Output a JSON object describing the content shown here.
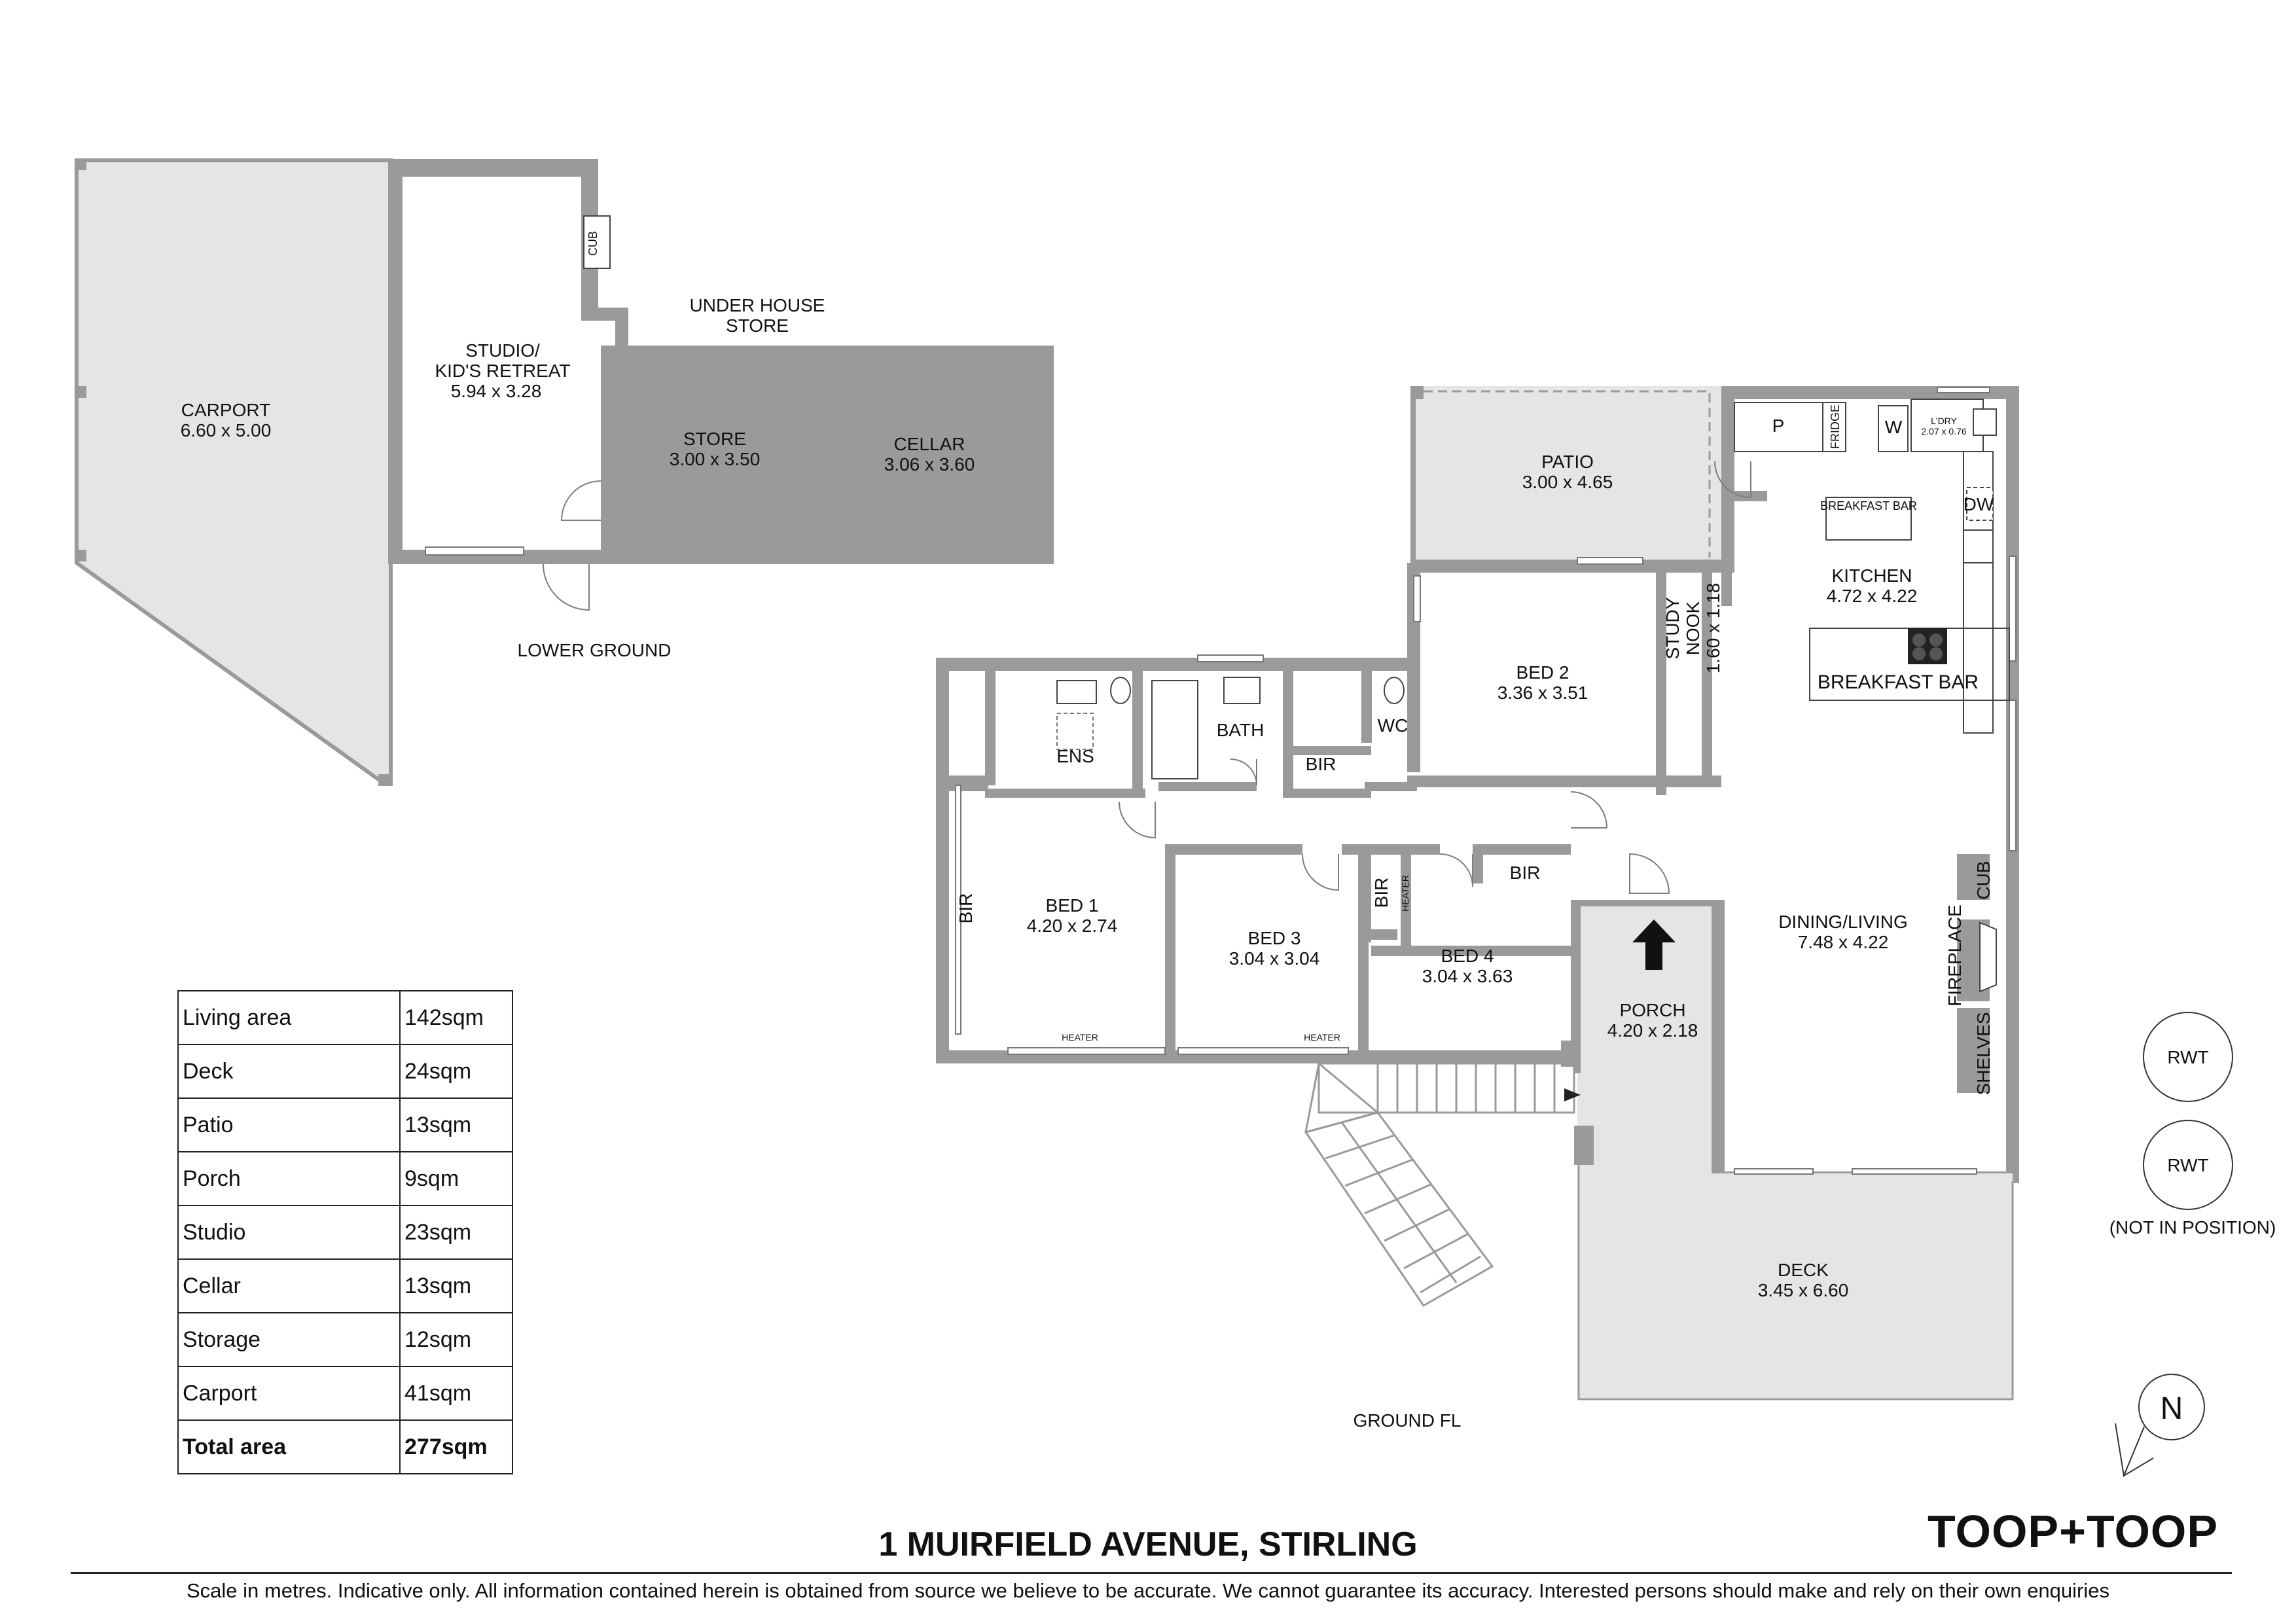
{
  "lower_ground": {
    "level_label": "LOWER GROUND",
    "carport": {
      "name": "CARPORT",
      "size": "6.60 x 5.00"
    },
    "studio": {
      "name_line1": "STUDIO/",
      "name_line2": "KID'S RETREAT",
      "size": "5.94 x 3.28"
    },
    "cub": "CUB",
    "under_house": {
      "line1": "UNDER HOUSE",
      "line2": "STORE"
    },
    "store": {
      "name": "STORE",
      "size": "3.00 x 3.50"
    },
    "cellar": {
      "name": "CELLAR",
      "size": "3.06 x 3.60"
    }
  },
  "ground": {
    "level_label": "GROUND FL",
    "patio": {
      "name": "PATIO",
      "size": "3.00 x 4.65"
    },
    "bed2": {
      "name": "BED 2",
      "size": "3.36 x 3.51"
    },
    "study_nook": {
      "line1": "STUDY",
      "line2": "NOOK",
      "size": "1.60 x 1.18"
    },
    "kitchen": {
      "name": "KITCHEN",
      "size": "4.72 x 4.22"
    },
    "pantry": "P",
    "fridge": "FRIDGE",
    "washer": "W",
    "laundry": {
      "name": "L'DRY",
      "size": "2.07 x 0.76"
    },
    "dw": "DW",
    "breakfast_bar_top": "BREAKFAST BAR",
    "breakfast_bar": "BREAKFAST BAR",
    "ens": "ENS",
    "bath": "BATH",
    "wc": "WC",
    "bir_hall": "BIR",
    "bed1": {
      "name": "BED 1",
      "size": "4.20 x 2.74"
    },
    "bir_bed1": "BIR",
    "bed3": {
      "name": "BED 3",
      "size": "3.04 x 3.04"
    },
    "bir_bed3": "BIR",
    "heater_hall": "HEATER",
    "bed4": {
      "name": "BED 4",
      "size": "3.04 x 3.63"
    },
    "bir_bed4": "BIR",
    "heater_bed1": "HEATER",
    "heater_bed3": "HEATER",
    "porch": {
      "name": "PORCH",
      "size": "4.20 x 2.18"
    },
    "dining_living": {
      "name": "DINING/LIVING",
      "size": "7.48 x 4.22"
    },
    "cub": "CUB",
    "fireplace": "FIREPLACE",
    "shelves": "SHELVES",
    "deck": {
      "name": "DECK",
      "size": "3.45 x 6.60"
    }
  },
  "rwt": {
    "label1": "RWT",
    "label2": "RWT",
    "note": "(NOT IN POSITION)"
  },
  "compass": {
    "label": "N"
  },
  "area_table": [
    {
      "label": "Living area",
      "value": "142sqm"
    },
    {
      "label": "Deck",
      "value": "24sqm"
    },
    {
      "label": "Patio",
      "value": "13sqm"
    },
    {
      "label": "Porch",
      "value": "9sqm"
    },
    {
      "label": "Studio",
      "value": "23sqm"
    },
    {
      "label": "Cellar",
      "value": "13sqm"
    },
    {
      "label": "Storage",
      "value": "12sqm"
    },
    {
      "label": "Carport",
      "value": "41sqm"
    },
    {
      "label": "Total area",
      "value": "277sqm"
    }
  ],
  "address": "1 MUIRFIELD AVENUE, STIRLING",
  "logo": "TOOP+TOOP",
  "disclaimer": "Scale in metres. Indicative only. All information contained herein is obtained from source we believe to be accurate. We cannot guarantee its accuracy. Interested persons should make and rely on their own enquiries"
}
